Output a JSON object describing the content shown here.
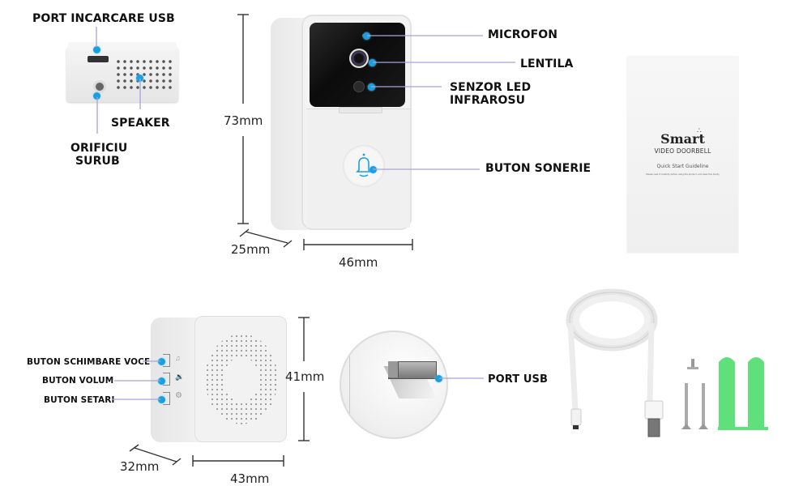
{
  "colors": {
    "accent_dot": "#1aa0e0",
    "leader_line": "#a8a4d8",
    "dimension_line": "#333333",
    "anchor_green": "#5fe07a"
  },
  "charging_unit": {
    "labels": {
      "usb_port": "PORT INCARCARE USB",
      "speaker": "SPEAKER",
      "screw_hole_line1": "ORIFICIU",
      "screw_hole_line2": "SURUB"
    }
  },
  "doorbell": {
    "labels": {
      "microphone": "MICROFON",
      "lens": "LENTILA",
      "ir_sensor_line1": "SENZOR LED",
      "ir_sensor_line2": "INFRAROSU",
      "ring_button": "BUTON SONERIE"
    },
    "dimensions": {
      "height": "73mm",
      "depth": "25mm",
      "width": "46mm"
    }
  },
  "manual": {
    "brand": "Smart",
    "product": "VIDEO DOORBELL",
    "subtitle": "Quick Start Guideline",
    "note": "Please read it carefully before using the product, and keep this handy"
  },
  "chime": {
    "labels": {
      "voice_button": "BUTON SCHIMBARE VOCE",
      "volume_button": "BUTON VOLUM",
      "settings_button": "BUTON SETARI",
      "usb_port": "PORT USB"
    },
    "dimensions": {
      "height": "41mm",
      "depth": "32mm",
      "width": "43mm"
    }
  },
  "accessories": {
    "items": [
      "usb-cable",
      "screw-short",
      "screw-long",
      "screw-long",
      "wall-anchor",
      "wall-anchor"
    ]
  }
}
